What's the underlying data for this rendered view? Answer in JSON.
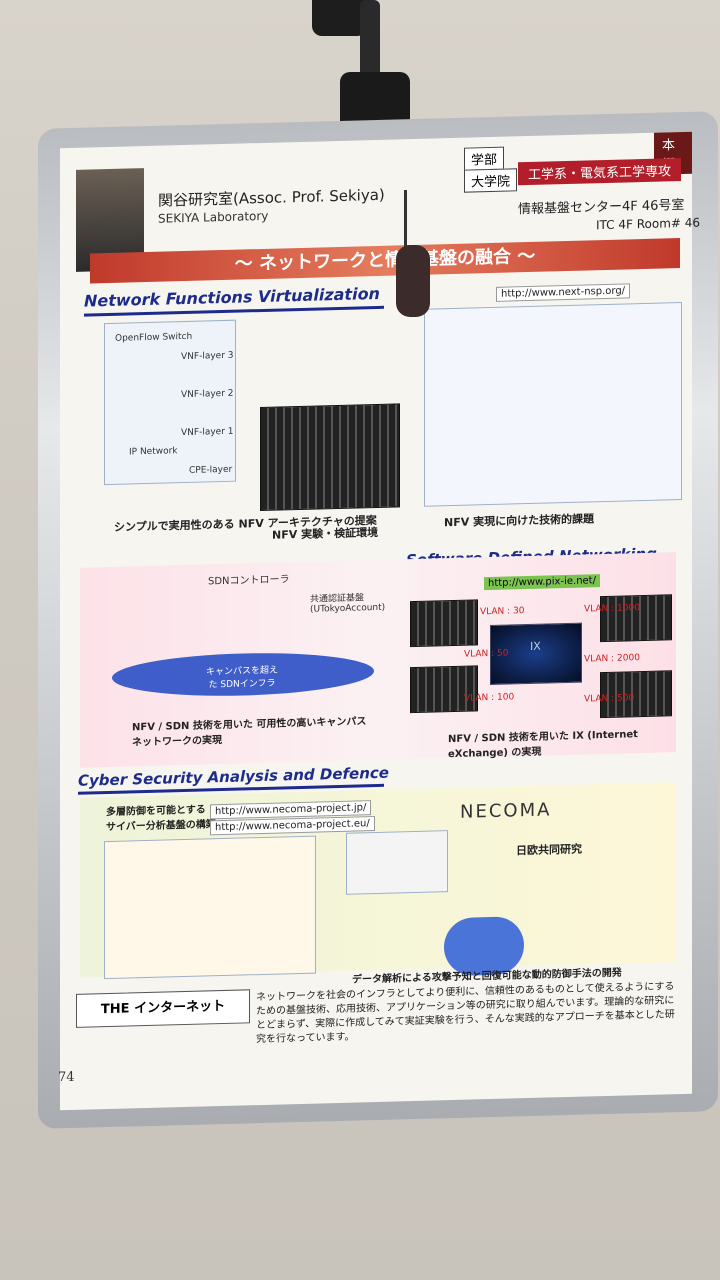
{
  "header": {
    "name": "関谷研究室(Assoc. Prof. Sekiya)",
    "lab": "SEKIYA Laboratory",
    "gakubu": "学部",
    "daigakuin": "大学院",
    "campus": "本郷",
    "department": "工学系・電気系工学専攻",
    "room_jp": "情報基盤センター4F 46号室",
    "room_en": "ITC 4F Room# 46"
  },
  "banner": "〜 ネットワークと情報基盤の融合 〜",
  "nfv": {
    "title": "Network Functions Virtualization",
    "url": "http://www.next-nsp.org/",
    "caption_arch": "シンプルで実用性のある NFV アーキテクチャの提案",
    "caption_env": "NFV 実験・検証環境",
    "caption_issues": "NFV 実現に向けた技術的課題",
    "layers": [
      "OpenFlow Switch",
      "VNF-layer 3",
      "VNF-layer 2",
      "VNF-layer 1",
      "IP Network",
      "CPE-layer"
    ]
  },
  "sdn": {
    "title": "Software Defined Networking",
    "url": "http://www.pix-ie.net/",
    "controller": "SDNコントローラ",
    "auth": "共通認証基盤 (UTokyoAccount)",
    "campus_label": "キャンパスを超えた SDNインフラ",
    "caption_left": "NFV / SDN 技術を用いた 可用性の高いキャンパスネットワークの実現",
    "caption_right": "NFV / SDN 技術を用いた IX (Internet eXchange) の実現",
    "ix": "IX",
    "vlans": [
      "VLAN : 30",
      "VLAN : 1000",
      "VLAN : 50",
      "VLAN : 2000",
      "VLAN : 100",
      "VLAN : 500"
    ]
  },
  "cyber": {
    "title": "Cyber Security Analysis and Defence",
    "heading": "多層防御を可能とする サイバー分析基盤の構築",
    "url1": "http://www.necoma-project.jp/",
    "url2": "http://www.necoma-project.eu/",
    "necoma": "NECOMA",
    "joint": "日欧共同研究",
    "caption": "データ解析による攻撃予知と回復可能な動的防御手法の開発"
  },
  "footer": {
    "box": "THE インターネット",
    "text": "ネットワークを社会のインフラとしてより便利に、信頼性のあるものとして使えるようにするための基盤技術、応用技術、アプリケーション等の研究に取り組んでいます。理論的な研究にとどまらず、実際に作成してみて実証実験を行う、そんな実践的なアプローチを基本とした研究を行なっています。"
  },
  "page_number": "74"
}
